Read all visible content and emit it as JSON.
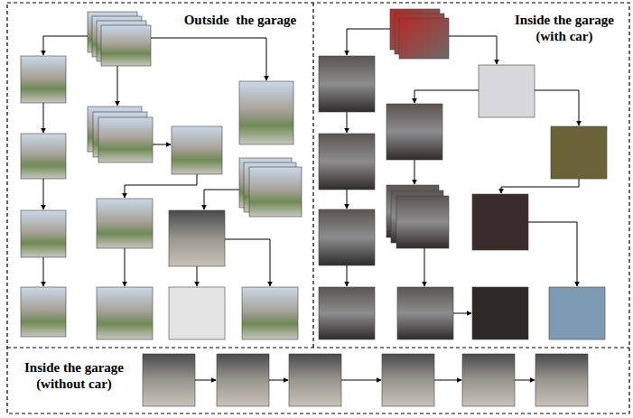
{
  "diagram": {
    "nodes": [
      {
        "text": [
          "Outside  the garage"
        ]
      },
      {
        "text": [
          "Inside the garage (with car)"
        ]
      },
      {
        "text": [
          "Inside the garage (without car)"
        ]
      }
    ]
  }
}
